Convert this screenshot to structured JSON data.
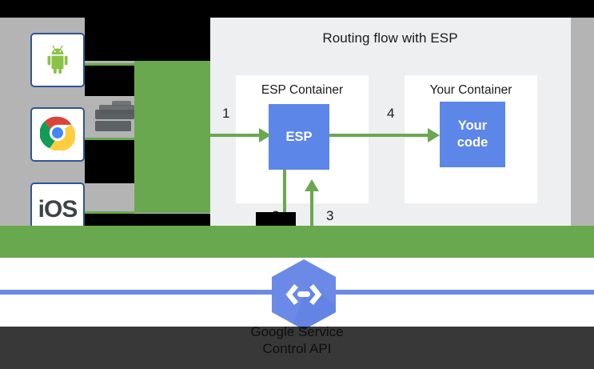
{
  "panel": {
    "title": "Routing flow with ESP",
    "containers": [
      {
        "title": "ESP Container",
        "box_label": "ESP"
      },
      {
        "title": "Your Container",
        "box_label_line1": "Your",
        "box_label_line2": "code"
      }
    ],
    "steps": [
      {
        "id": "1",
        "label": "1"
      },
      {
        "id": "2",
        "label": "2"
      },
      {
        "id": "3",
        "label": "3"
      },
      {
        "id": "4",
        "label": "4"
      }
    ]
  },
  "clients": [
    {
      "name": "android",
      "icon": "android-icon",
      "label": ""
    },
    {
      "name": "chrome",
      "icon": "chrome-icon",
      "label": ""
    },
    {
      "name": "ios",
      "icon": "ios-icon",
      "label": "iOS"
    }
  ],
  "footer": {
    "logo_icon": "google-endpoints-hexagon-icon",
    "caption_line1": "Google Service",
    "caption_line2": "Control API"
  },
  "colors": {
    "green": "#6aa84f",
    "blue_box": "#5c86e8",
    "panel_bg": "#eeeff1",
    "grey_col": "#b4b4b4",
    "rule_blue": "#6b8ae8",
    "black": "#000000"
  }
}
